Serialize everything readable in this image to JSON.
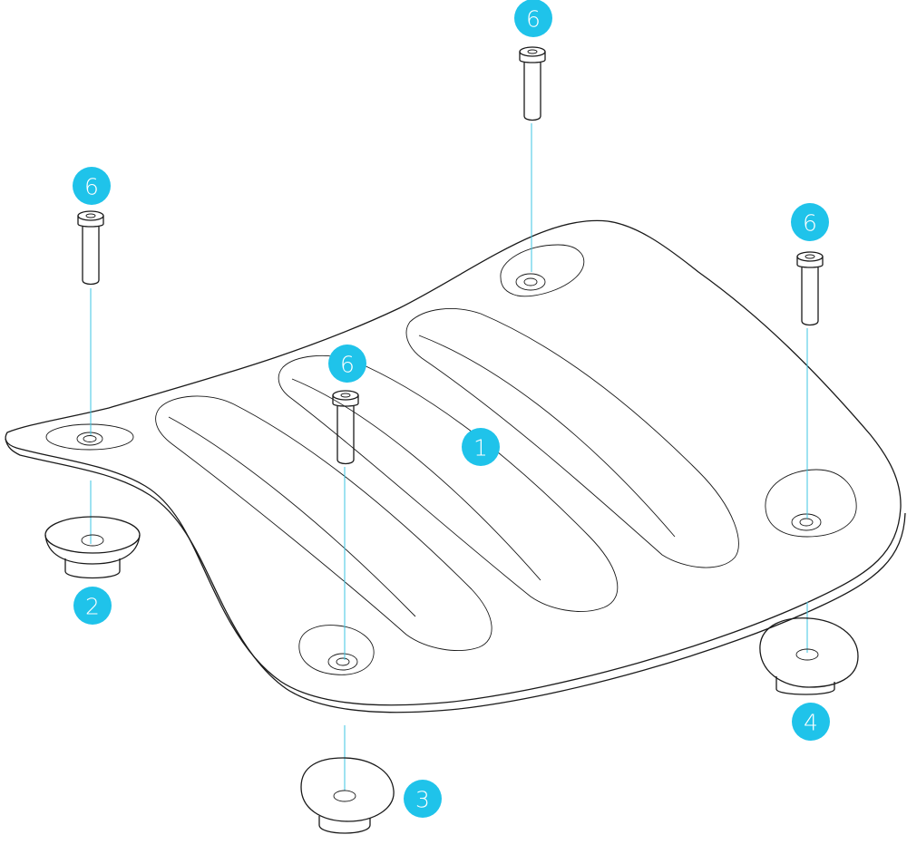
{
  "diagram": {
    "type": "exploded-assembly",
    "accent_color": "#1fc3ea",
    "line_color": "#1a1a1a",
    "callouts": [
      {
        "id": "plate",
        "label": "1"
      },
      {
        "id": "foot-left",
        "label": "2"
      },
      {
        "id": "foot-front",
        "label": "3"
      },
      {
        "id": "foot-right",
        "label": "4"
      },
      {
        "id": "screw-top",
        "label": "6"
      },
      {
        "id": "screw-left",
        "label": "6"
      },
      {
        "id": "screw-right",
        "label": "6"
      },
      {
        "id": "screw-center",
        "label": "6"
      }
    ]
  }
}
